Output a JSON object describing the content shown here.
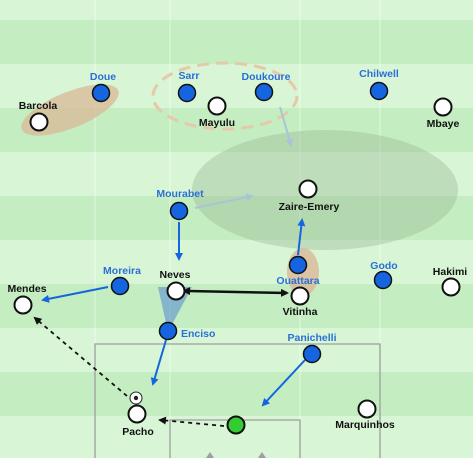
{
  "colors": {
    "stripe_light": "#d8f6d6",
    "stripe_dark": "#c4edc2",
    "line": "#9e9e9e",
    "blue_player": "#1565e0",
    "blue_label": "#2a6fd6",
    "white_player": "#ffffff",
    "keeper": "#33cc33",
    "zone_tan": "#d9b896",
    "zone_green": "#9fbf9a",
    "zone_blue": "#5b8fcf"
  },
  "players": {
    "blue": {
      "doue": {
        "label": "Doue"
      },
      "sarr": {
        "label": "Sarr"
      },
      "doukoure": {
        "label": "Doukoure"
      },
      "chilwell": {
        "label": "Chilwell"
      },
      "mourabet": {
        "label": "Mourabet"
      },
      "moreira": {
        "label": "Moreira"
      },
      "ouattara": {
        "label": "Ouattara"
      },
      "godo": {
        "label": "Godo"
      },
      "enciso": {
        "label": "Enciso"
      },
      "panichelli": {
        "label": "Panichelli"
      }
    },
    "white": {
      "barcola": {
        "label": "Barcola"
      },
      "mayulu": {
        "label": "Mayulu"
      },
      "mbaye": {
        "label": "Mbaye"
      },
      "zaire_emery": {
        "label": "Zaire-Emery"
      },
      "neves": {
        "label": "Neves"
      },
      "vitinha": {
        "label": "Vitinha"
      },
      "hakimi": {
        "label": "Hakimi"
      },
      "mendes": {
        "label": "Mendes"
      },
      "pacho": {
        "label": "Pacho"
      },
      "marquinhos": {
        "label": "Marquinhos"
      }
    }
  }
}
